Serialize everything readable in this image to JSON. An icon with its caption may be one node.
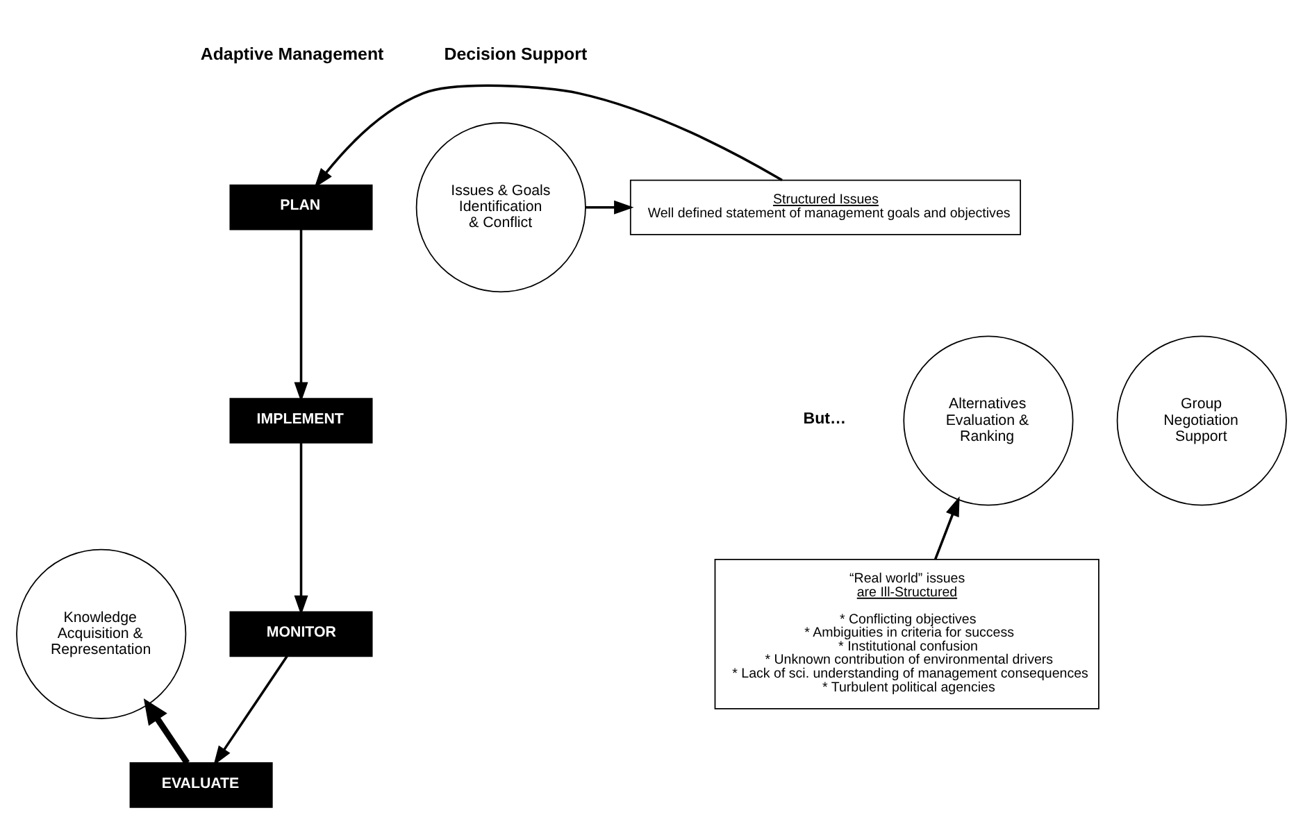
{
  "diagram": {
    "nodes": [
      {
        "text": [
          "PLAN"
        ]
      },
      {
        "text": [
          "IMPLEMENT"
        ]
      },
      {
        "text": [
          "MONITOR"
        ]
      },
      {
        "text": [
          "EVALUATE"
        ]
      },
      {
        "text": [
          "Structured Issues",
          "Well defined statement of management goals and objectives"
        ]
      },
      {
        "text": [
          "“Real world” issues",
          "are Ill-Structured",
          "* Conflicting objectives",
          "* Ambiguities in criteria for success",
          "* Institutional confusion",
          "* Unknown contribution of environmental drivers",
          "* Lack of sci. understanding of management consequences",
          "* Turbulent political agencies"
        ]
      },
      {
        "text": [
          "Issues & Goals Identification & Conflict"
        ]
      },
      {
        "text": [
          "Alternatives Evaluation & Ranking"
        ]
      },
      {
        "text": [
          "Group Negotiation Support"
        ]
      },
      {
        "text": [
          "Knowledge Acquisition & Representation"
        ]
      }
    ],
    "edges": [
      {
        "from": 0,
        "to": 1,
        "arrow": "to"
      },
      {
        "from": 1,
        "to": 2,
        "arrow": "to"
      },
      {
        "from": 2,
        "to": 3,
        "arrow": "to"
      },
      {
        "from": 4,
        "to": 0,
        "arrow": "to"
      },
      {
        "from": 6,
        "to": 4,
        "arrow": "to"
      },
      {
        "from": 5,
        "to": 7,
        "arrow": "to"
      },
      {
        "from": 3,
        "to": 9,
        "arrow": "to",
        "style": "thick"
      }
    ],
    "labels": [
      "Adaptive Management",
      "Decision Support",
      "But…"
    ]
  }
}
